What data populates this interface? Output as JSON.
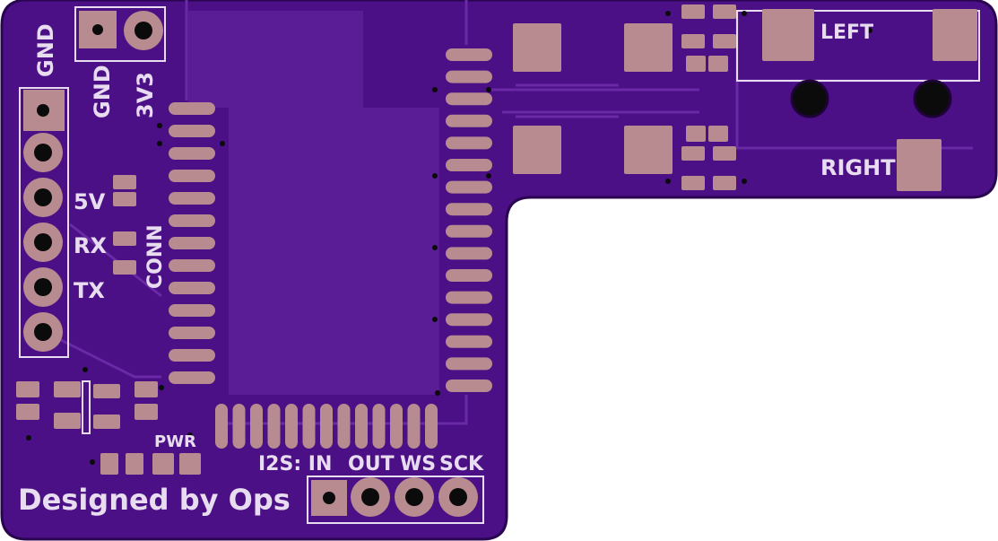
{
  "colors": {
    "board": "#4b0f86",
    "board_edge": "#2a0650",
    "copper_pour": "#5a1d96",
    "trace": "#6a2aa6",
    "pad": "#b78b8f",
    "silkscreen": "#e8dcf0",
    "hole": "#0b0b0b"
  },
  "labels": {
    "gnd_side": "GND",
    "gnd_top": "GND",
    "v3_top": "3V3",
    "v5": "5V",
    "rx": "RX",
    "tx": "TX",
    "conn": "CONN",
    "pwr": "PWR",
    "i2s": "I2S: IN",
    "out": "OUT",
    "ws": "WS",
    "sck": "SCK",
    "left": "LEFT",
    "right": "RIGHT",
    "credit": "Designed by Ops"
  }
}
